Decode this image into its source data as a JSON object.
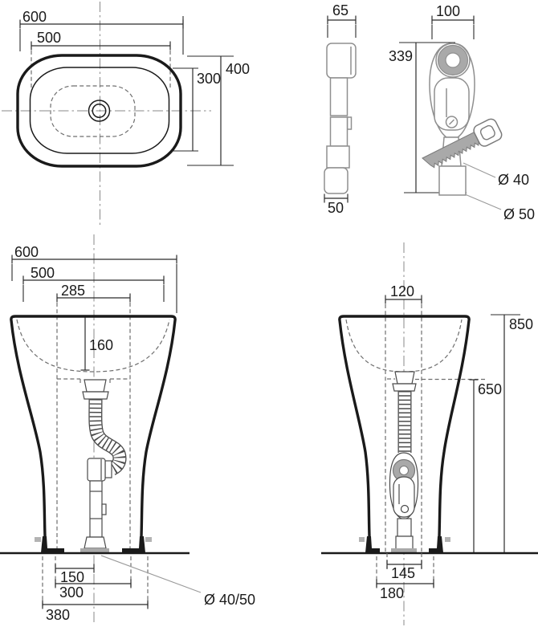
{
  "views": {
    "basin_top": {
      "overall_width": "600",
      "rim_width": "500",
      "overall_depth": "400",
      "rim_depth": "300"
    },
    "drain_side": {
      "top_width": "65",
      "base_width": "50"
    },
    "drain_front": {
      "width": "100",
      "height": "339",
      "pipe_diameter": "Ø 40",
      "sleeve_diameter": "Ø 50"
    },
    "pedestal_front": {
      "overall_width": "600",
      "rim_width": "500",
      "cavity_width": "285",
      "bowl_depth": "160",
      "drain_offset": "150",
      "fixing_spacing": "300",
      "base_width": "380",
      "waste_diameter": "Ø 40/50"
    },
    "pedestal_side": {
      "drain_opening_width": "120",
      "overall_height": "850",
      "outlet_height": "650",
      "base_inner_width": "145",
      "base_depth": "180"
    }
  },
  "colors": {
    "outline": "#1a1a1a",
    "plumbing": "#4a4a4a",
    "siphon": "#8f8f8f",
    "gray_fill": "#a9a9a9",
    "dashed": "#6e6e6e"
  }
}
